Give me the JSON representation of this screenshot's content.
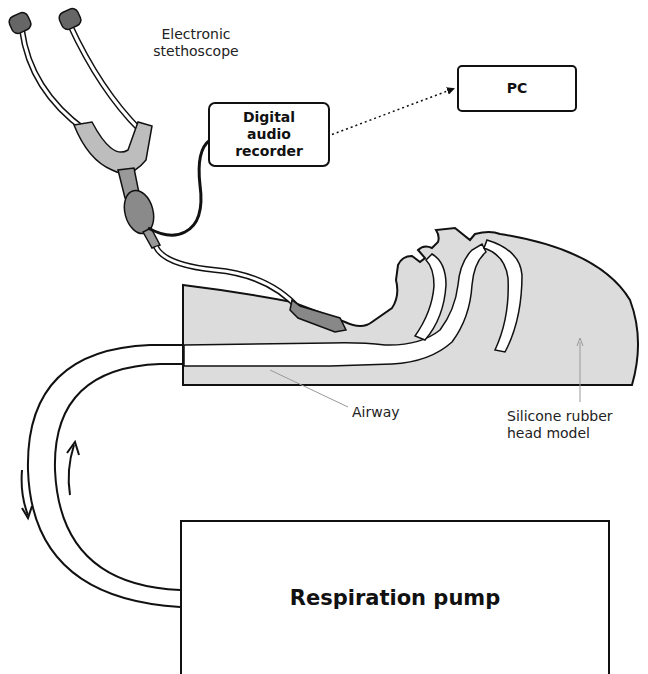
{
  "diagram": {
    "nodes": [
      {
        "text": [
          "Digital audio recorder"
        ]
      },
      {
        "text": [
          "PC"
        ]
      },
      {
        "text": [
          "Respiration pump"
        ]
      }
    ],
    "edges": [
      {
        "from": 0,
        "to": 1,
        "arrow": "to"
      }
    ],
    "labels": [
      "Electronic stethoscope",
      "Airway",
      "Silicone rubber head model"
    ]
  }
}
